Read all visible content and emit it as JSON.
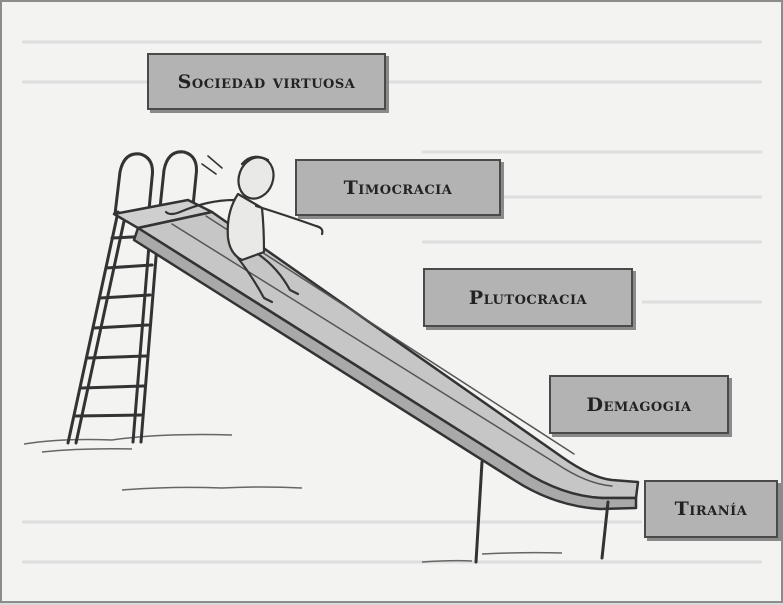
{
  "stages": [
    {
      "label": "Sociedad virtuosa"
    },
    {
      "label": "Timocracia"
    },
    {
      "label": "Plutocracia"
    },
    {
      "label": "Demagogia"
    },
    {
      "label": "Tiranía"
    }
  ],
  "colors": {
    "background": "#f3f3f1",
    "box_fill": "#b3b3b3",
    "box_border": "#4a4a4a",
    "ink": "#333333"
  },
  "illustration": {
    "objects": [
      "slide-icon",
      "ladder-icon",
      "person-sliding-icon"
    ]
  }
}
